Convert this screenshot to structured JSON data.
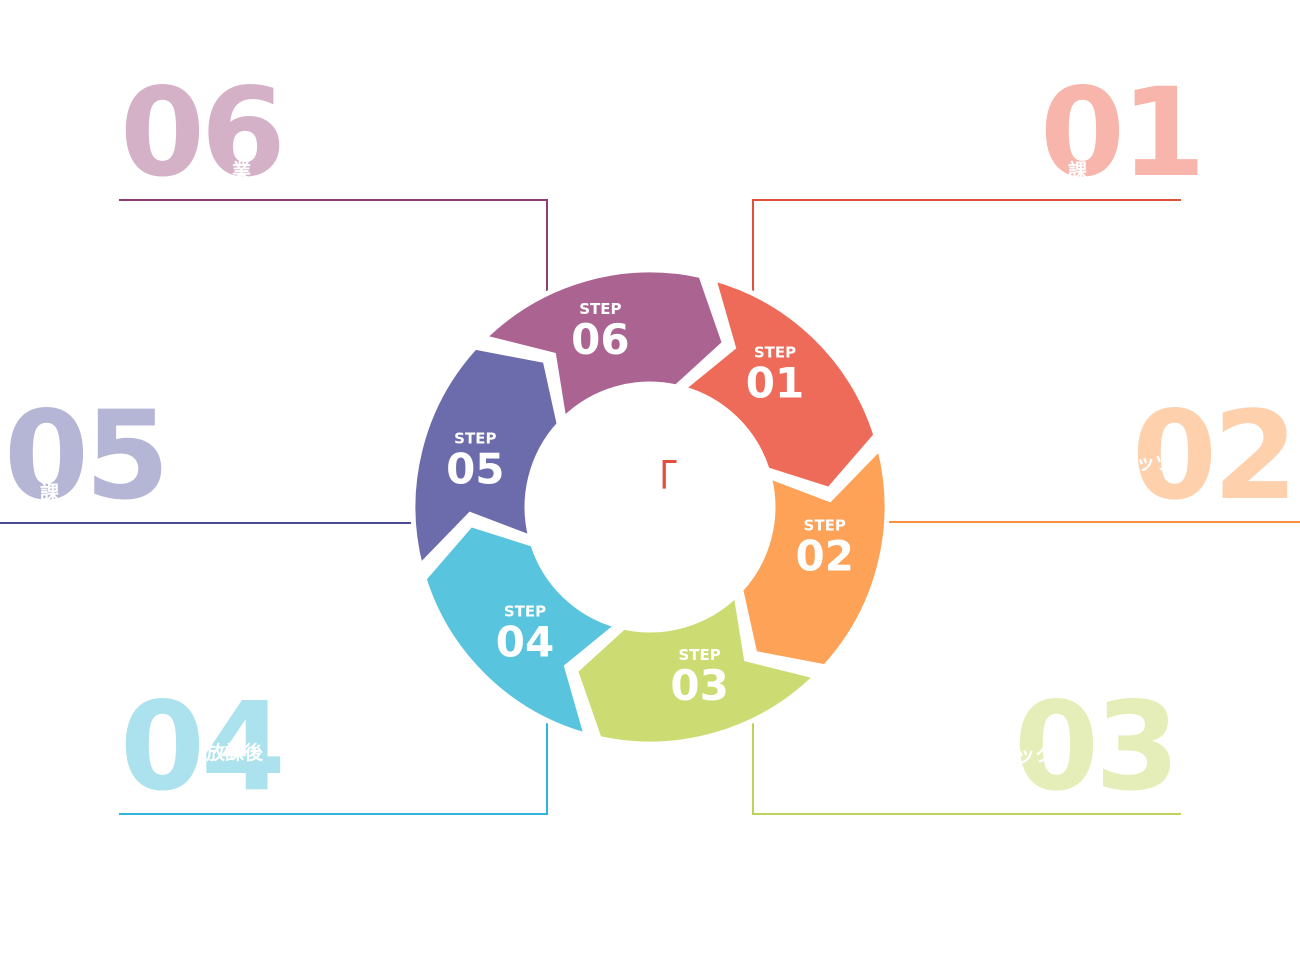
{
  "center_mark": "「",
  "steps": [
    {
      "num": "01",
      "label": "STEP",
      "color": "#ee6b5a",
      "pale": "#f7b5ab",
      "line": "#e1503c",
      "caption": "課"
    },
    {
      "num": "02",
      "label": "STEP",
      "color": "#fda257",
      "pale": "#fed0ab",
      "line": "#f7913e",
      "caption": "ッツ"
    },
    {
      "num": "03",
      "label": "STEP",
      "color": "#ccdc72",
      "pale": "#e5eeb8",
      "line": "#bcd35a",
      "caption": "ック"
    },
    {
      "num": "04",
      "label": "STEP",
      "color": "#58c4de",
      "pale": "#abe2ee",
      "line": "#32b4d8",
      "caption": "放課後"
    },
    {
      "num": "05",
      "label": "STEP",
      "color": "#6c6cad",
      "pale": "#b5b5d6",
      "line": "#4c4c96",
      "caption": "課"
    },
    {
      "num": "06",
      "label": "STEP",
      "color": "#ab6391",
      "pale": "#d5b1c8",
      "line": "#8e3e76",
      "caption": "業"
    }
  ]
}
